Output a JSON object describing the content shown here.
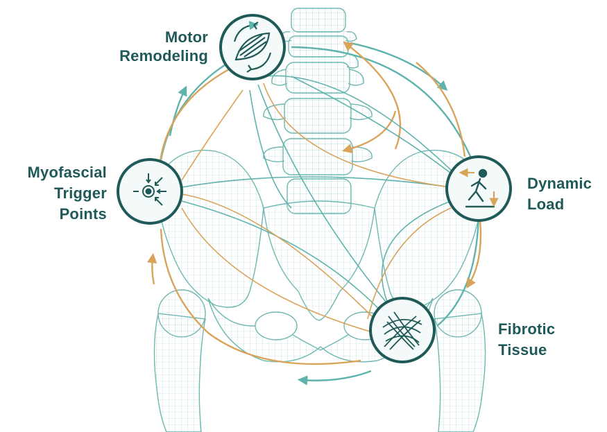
{
  "nodes": {
    "motor_remodeling": {
      "line1": "Motor",
      "line2": "Remodeling",
      "icon": "muscle-cycle-icon"
    },
    "myofascial_trigger_points": {
      "line1": "Myofascial",
      "line2": "Trigger",
      "line3": "Points",
      "icon": "trigger-point-icon"
    },
    "dynamic_load": {
      "line1": "Dynamic",
      "line2": "Load",
      "icon": "person-walking-icon"
    },
    "fibrotic_tissue": {
      "line1": "Fibrotic",
      "line2": "Tissue",
      "icon": "fiber-tangle-icon"
    }
  },
  "colors": {
    "teal": "#5fb3ad",
    "teal_dark": "#1f5a58",
    "orange": "#d9a35a",
    "bone_line": "#8cc7c2",
    "node_fill": "#f4faf9"
  }
}
